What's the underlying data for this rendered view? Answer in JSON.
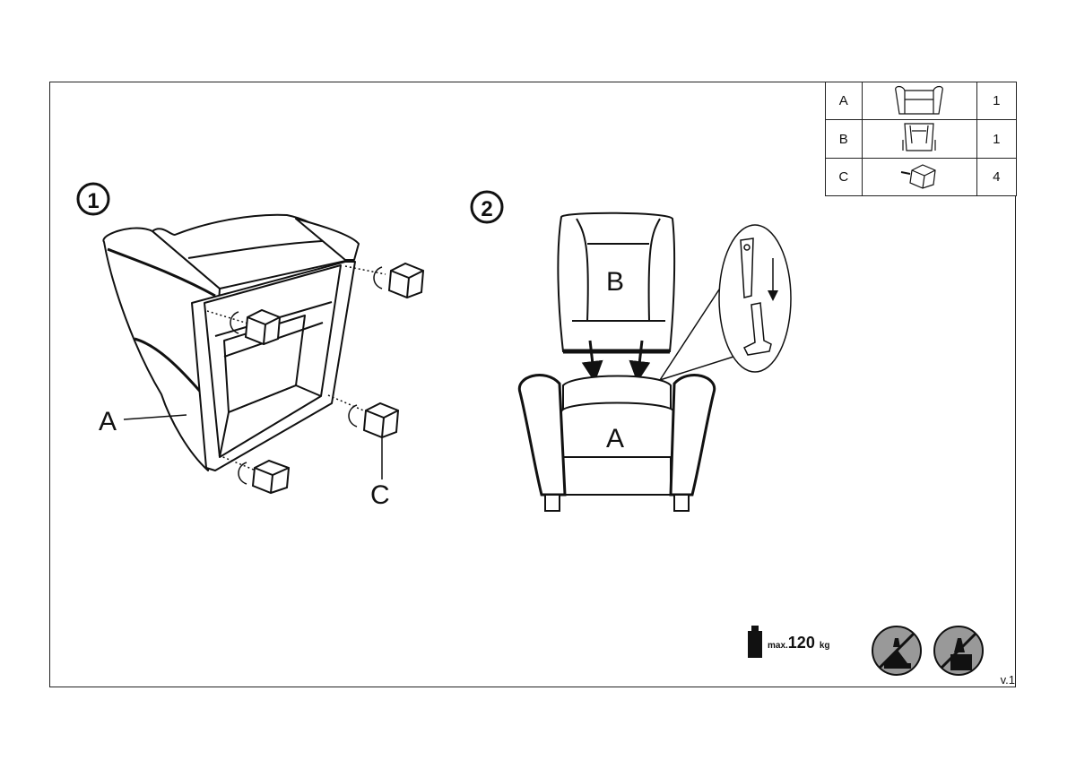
{
  "steps": [
    "1",
    "2"
  ],
  "step1_labels": {
    "frame": "A",
    "leg": "C"
  },
  "step2_labels": {
    "backrest": "B",
    "frame": "A"
  },
  "parts_table": [
    {
      "key": "A",
      "icon": "armchair-frame-icon",
      "qty": "1"
    },
    {
      "key": "B",
      "icon": "backrest-icon",
      "qty": "1"
    },
    {
      "key": "C",
      "icon": "leg-icon",
      "qty": "4"
    }
  ],
  "load": {
    "prefix": "max.",
    "value": "120",
    "unit": "kg",
    "icon": "weight-icon"
  },
  "warnings": [
    "no-standing-icon",
    "no-climbing-icon"
  ],
  "version": "v.1"
}
